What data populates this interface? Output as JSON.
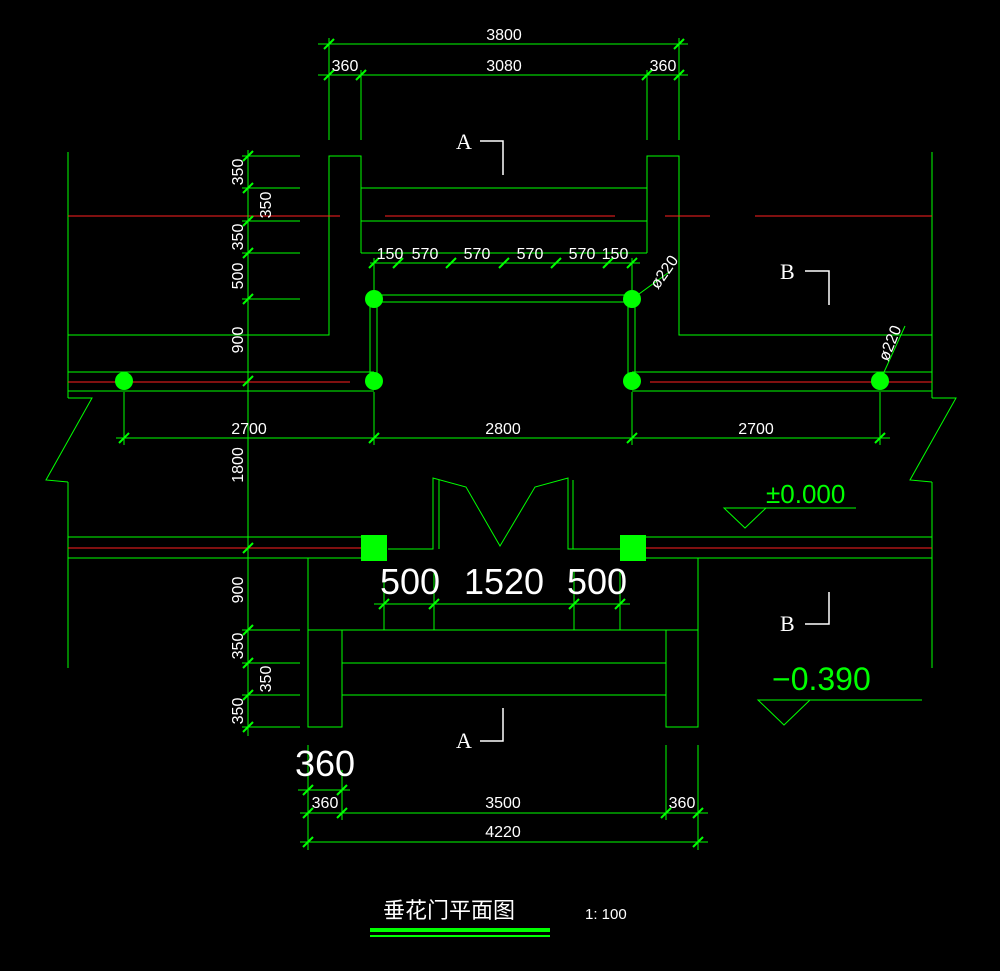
{
  "drawing": {
    "title": "垂花门平面图",
    "scale": "1: 100",
    "section_marks": {
      "a": "A",
      "b": "B"
    },
    "levels": {
      "floor": "±0.000",
      "ground": "−0.390"
    },
    "dimensions": {
      "top_total": "3800",
      "top_left": "360",
      "top_mid": "3080",
      "top_right": "360",
      "inner_left": "150",
      "inner_1": "570",
      "inner_2": "570",
      "inner_3": "570",
      "inner_4": "570",
      "inner_right": "150",
      "col_dia_1": "ø220",
      "col_dia_2": "ø220",
      "span_left": "2700",
      "span_mid": "2800",
      "span_right": "2700",
      "door_left": "500",
      "door_mid": "1520",
      "door_right": "500",
      "bot_big": "360",
      "bot_left": "360",
      "bot_mid": "3500",
      "bot_right": "360",
      "bot_total": "4220",
      "v_1": "350",
      "v_2": "350",
      "v_3": "350",
      "v_4": "500",
      "v_5": "900",
      "v_6": "1800",
      "v_7": "900",
      "v_8": "350",
      "v_9": "350",
      "v_10": "350"
    }
  },
  "colors": {
    "line": "#00ff00",
    "axis": "#ff2020",
    "text": "#ffffff",
    "background": "#000000"
  }
}
